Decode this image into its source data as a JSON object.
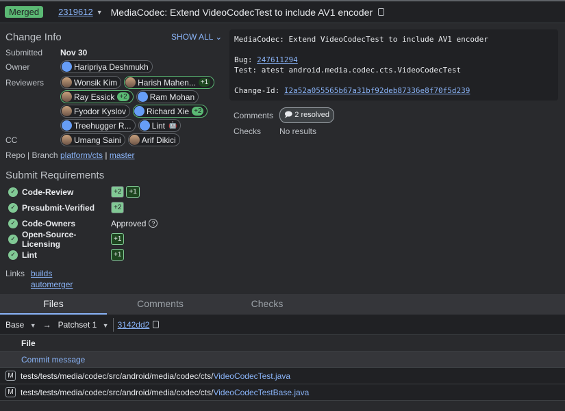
{
  "header": {
    "status": "Merged",
    "change_number": "2319612",
    "title": "MediaCodec: Extend VideoCodecTest to include AV1 encoder"
  },
  "info": {
    "heading": "Change Info",
    "show_all": "SHOW ALL",
    "submitted_label": "Submitted",
    "submitted": "Nov 30",
    "owner_label": "Owner",
    "owner": "Haripriya Deshmukh",
    "reviewers_label": "Reviewers",
    "reviewers": [
      {
        "name": "Wonsik Kim",
        "vote": ""
      },
      {
        "name": "Harish Mahen...",
        "vote": "+1"
      },
      {
        "name": "Ray Essick",
        "vote": "+2"
      },
      {
        "name": "Ram Mohan",
        "vote": ""
      },
      {
        "name": "Fyodor Kyslov",
        "vote": ""
      },
      {
        "name": "Richard Xie",
        "vote": "+2"
      },
      {
        "name": "Treehugger R...",
        "vote": ""
      },
      {
        "name": "Lint",
        "vote": ""
      }
    ],
    "cc_label": "CC",
    "cc": [
      "Umang Saini",
      "Arif Dikici"
    ],
    "repo_label": "Repo | Branch",
    "repo": "platform/cts",
    "sep": "|",
    "branch": "master"
  },
  "requirements": {
    "heading": "Submit Requirements",
    "items": [
      {
        "name": "Code-Review",
        "votes": [
          "+2",
          "+1"
        ]
      },
      {
        "name": "Presubmit-Verified",
        "votes": [
          "+2"
        ]
      },
      {
        "name": "Code-Owners",
        "text": "Approved"
      },
      {
        "name": "Open-Source-Licensing",
        "votes": [
          "+1"
        ]
      },
      {
        "name": "Lint",
        "votes": [
          "+1"
        ]
      }
    ]
  },
  "links": {
    "label": "Links",
    "items": [
      "builds",
      "automerger"
    ]
  },
  "commit": {
    "subject": "MediaCodec: Extend VideoCodecTest to include AV1 encoder",
    "bug_label": "Bug: ",
    "bug": "247611294",
    "test": "Test: atest android.media.codec.cts.VideoCodecTest",
    "changeid_label": "Change-Id: ",
    "changeid": "I2a52a055565b67a31bf92deb87336e8f70f5d239"
  },
  "summary": {
    "comments_label": "Comments",
    "comments": "2 resolved",
    "checks_label": "Checks",
    "checks": "No results"
  },
  "tabs": [
    "Files",
    "Comments",
    "Checks"
  ],
  "filebar": {
    "base": "Base",
    "arrow": "→",
    "patchset": "Patchset 1",
    "commit": "3142dd2"
  },
  "files": {
    "header": "File",
    "commit_message": "Commit message",
    "rows": [
      {
        "status": "M",
        "dir": "tests/tests/media/codec/src/android/media/codec/cts/",
        "name": "VideoCodecTest.java"
      },
      {
        "status": "M",
        "dir": "tests/tests/media/codec/src/android/media/codec/cts/",
        "name": "VideoCodecTestBase.java"
      }
    ]
  },
  "colors": {
    "merged": "#5bb974",
    "link": "#8ab4f8",
    "approved": "#81c995"
  }
}
